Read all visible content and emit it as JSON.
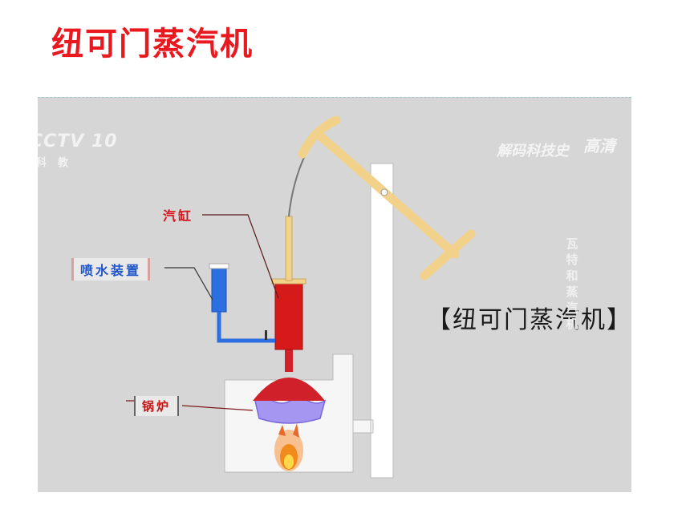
{
  "title": "纽可门蒸汽机",
  "video": {
    "channel_logo": "CCTV 10",
    "channel_sub": "科教",
    "show_watermark": "解码科技史",
    "hd_badge": "高清",
    "labels": {
      "cylinder": "汽缸",
      "spray": "喷水装置",
      "boiler": "锅炉"
    },
    "engine_name": "【纽可门蒸汽机】",
    "side_caption": "瓦特和蒸汽机"
  },
  "colors": {
    "title": "#e8191f",
    "cylinder": "#d61a1a",
    "spray_tank": "#2b6fe0",
    "beam": "#f2d28a",
    "boiler_dome": "#d0202a",
    "boiler_water": "#9f8ff2",
    "frame_bg": "#d6d6d6"
  }
}
